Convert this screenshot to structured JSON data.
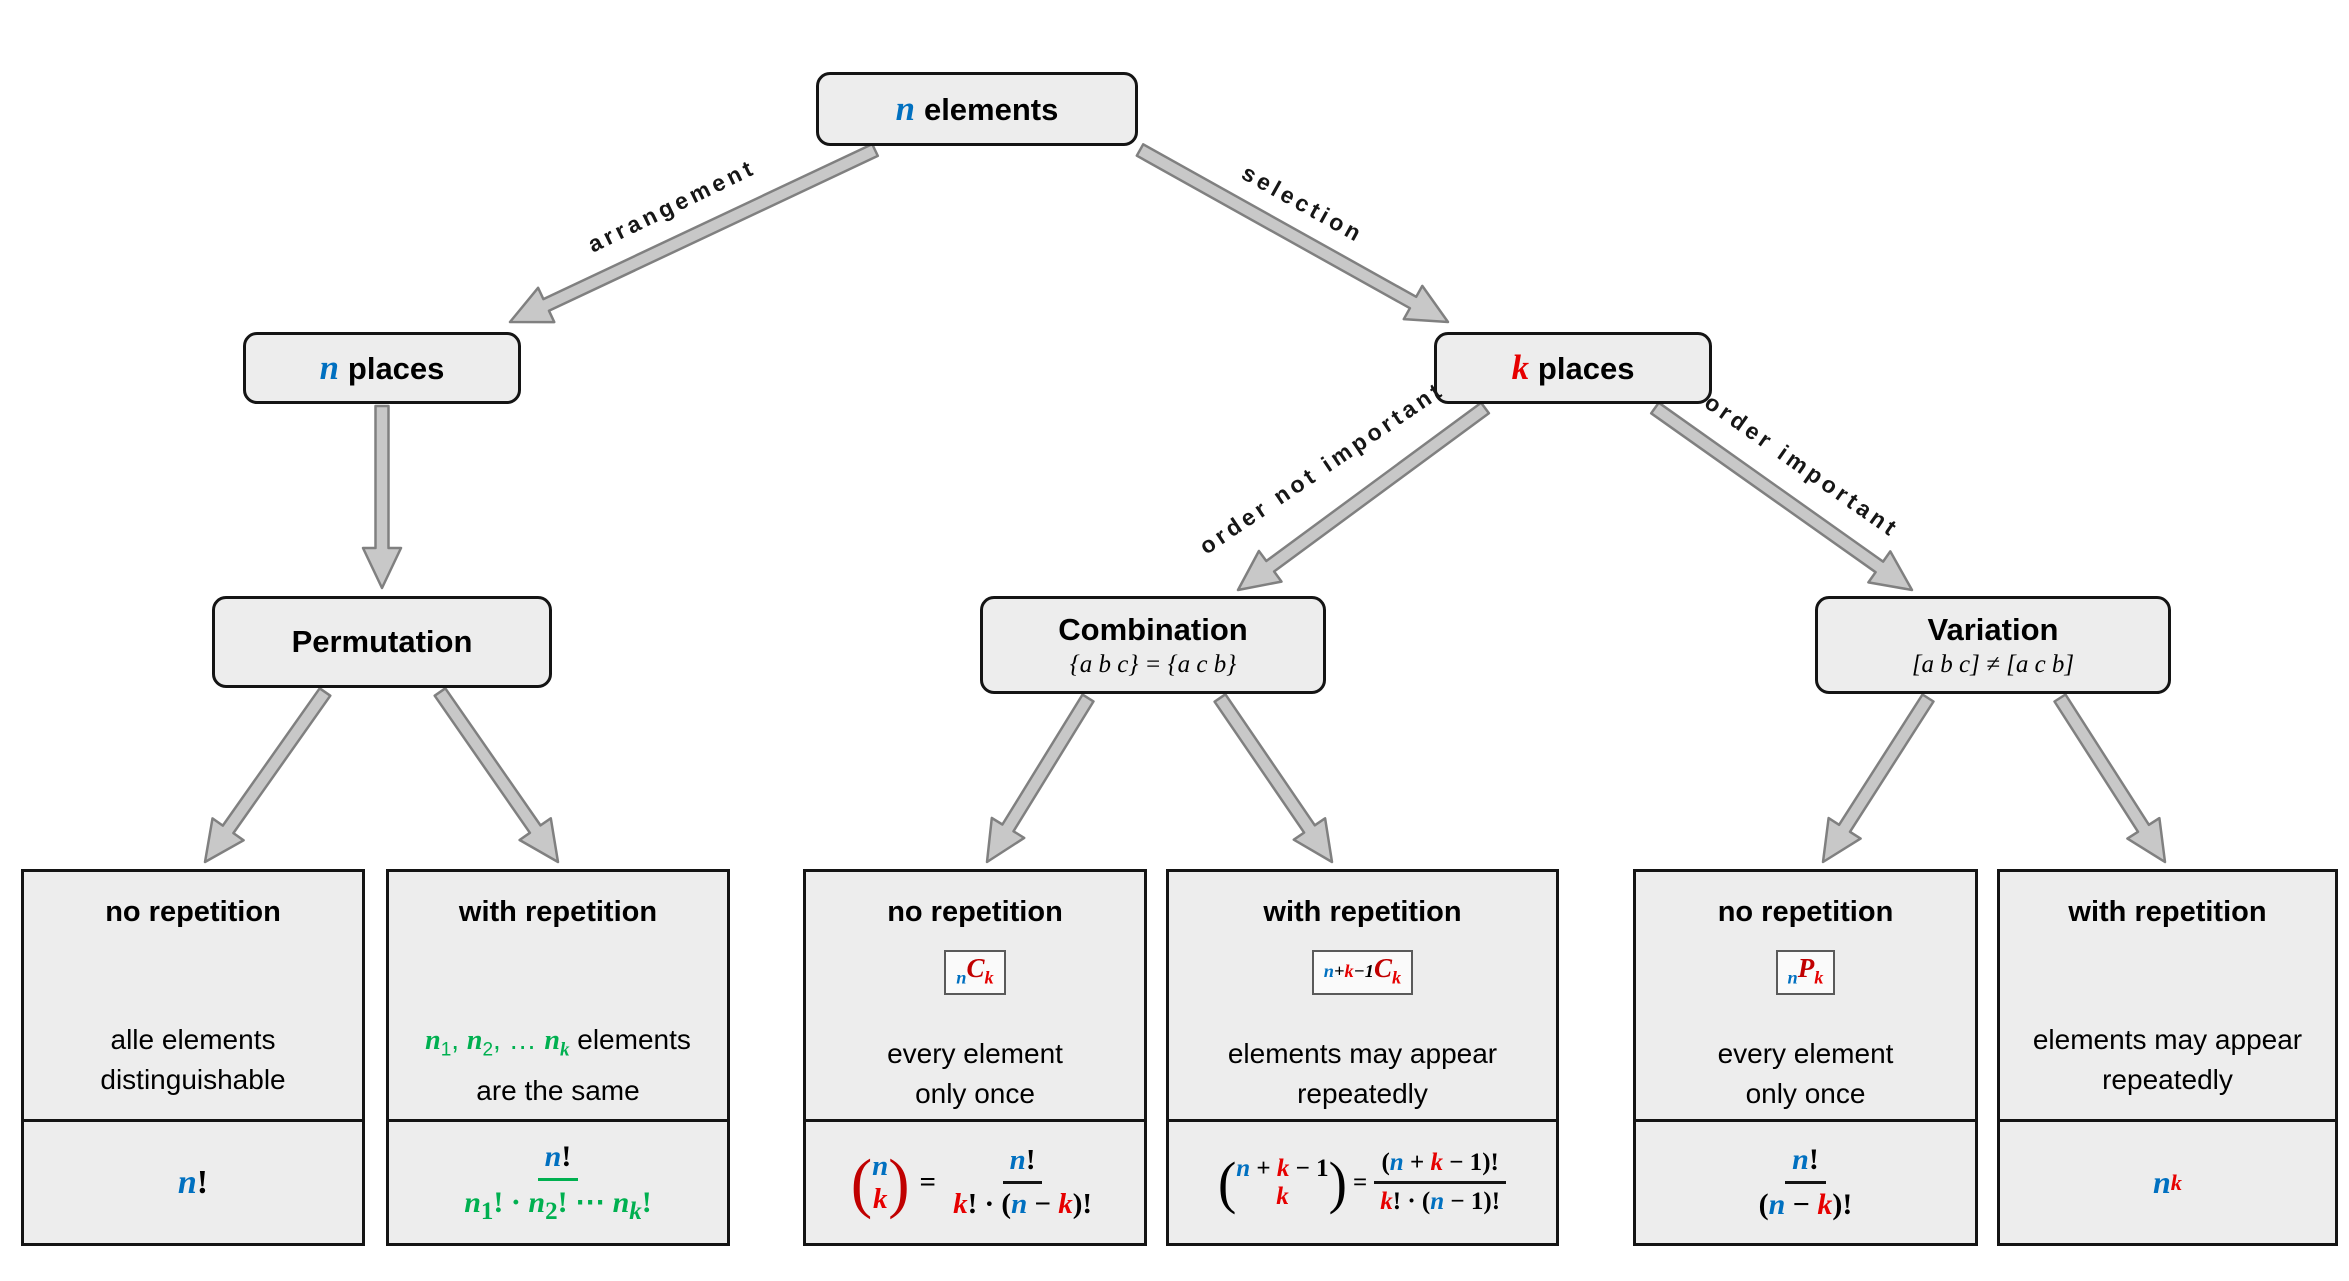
{
  "colors": {
    "n_blue": "#0070c0",
    "k_red": "#e60000",
    "operator_dark_red": "#c00000",
    "group_green": "#00b050",
    "box_fill": "#ededed",
    "arrow_fill": "#c8c8c8",
    "arrow_outline": "#808080"
  },
  "nodes": {
    "root": {
      "variable": "n",
      "label": "elements"
    },
    "n_places": {
      "variable": "n",
      "label": "places"
    },
    "k_places": {
      "variable": "k",
      "label": "places"
    },
    "permutation": {
      "title": "Permutation"
    },
    "combination": {
      "title": "Combination",
      "subtitle": "{a b c} = {a c b}"
    },
    "variation": {
      "title": "Variation",
      "subtitle": "[a b c] ≠ [a c b]"
    }
  },
  "edges": {
    "arrangement": "arrangement",
    "selection": "selection",
    "order_not_important": "order not important",
    "order_important": "order important"
  },
  "leaves": {
    "perm_no_rep": {
      "title": "no repetition",
      "desc1": "alle elements",
      "desc2": "distinguishable",
      "f_n": "n",
      "f_bang": "!"
    },
    "perm_with_rep": {
      "title": "with repetition",
      "m1": "n",
      "m2": "1",
      "m3": ", ",
      "m4": "n",
      "m5": "2",
      "m6": ", … ",
      "m7": "n",
      "m8": "k",
      "m9": " elements",
      "desc2": "are the same",
      "num_n": "n",
      "num_bang": "!",
      "d1": "n",
      "d2": "1",
      "d3": "! · ",
      "d4": "n",
      "d5": "2",
      "d6": "! ⋯ ",
      "d7": "n",
      "d8": "k",
      "d9": "!"
    },
    "comb_no_rep": {
      "title": "no repetition",
      "badge": {
        "sub1": "n",
        "letter": "C",
        "sub2": "k"
      },
      "desc1": "every element",
      "desc2": "only once",
      "top": "n",
      "bottom": "k",
      "eq": "=",
      "num_n": "n",
      "num_bang": "!",
      "d1": "k",
      "d2": "! · (",
      "d3": "n",
      "d4": " − ",
      "d5": "k",
      "d6": ")!"
    },
    "comb_with_rep": {
      "title": "with repetition",
      "badge": {
        "s1": "n",
        "s2": "+",
        "s3": "k",
        "s4": "−1",
        "letter": "C",
        "sub2": "k"
      },
      "desc1": "elements may appear",
      "desc2": "repeatedly",
      "t1": "n",
      "t2": " + ",
      "t3": "k",
      "t4": " − 1",
      "bottom": "k",
      "eq": "=",
      "n1": "(",
      "n2": "n",
      "n3": " + ",
      "n4": "k",
      "n5": " − 1",
      "n6": ")!",
      "d1": "k",
      "d2": "! · (",
      "d3": "n",
      "d4": " − 1",
      "d5": ")!"
    },
    "var_no_rep": {
      "title": "no repetition",
      "badge": {
        "sub1": "n",
        "letter": "P",
        "sub2": "k"
      },
      "desc1": "every element",
      "desc2": "only once",
      "num_n": "n",
      "num_bang": "!",
      "d1": "(",
      "d2": "n",
      "d3": " − ",
      "d4": "k",
      "d5": ")!"
    },
    "var_with_rep": {
      "title": "with repetition",
      "desc1": "elements may appear",
      "desc2": "repeatedly",
      "base": "n",
      "sup": "k"
    }
  }
}
